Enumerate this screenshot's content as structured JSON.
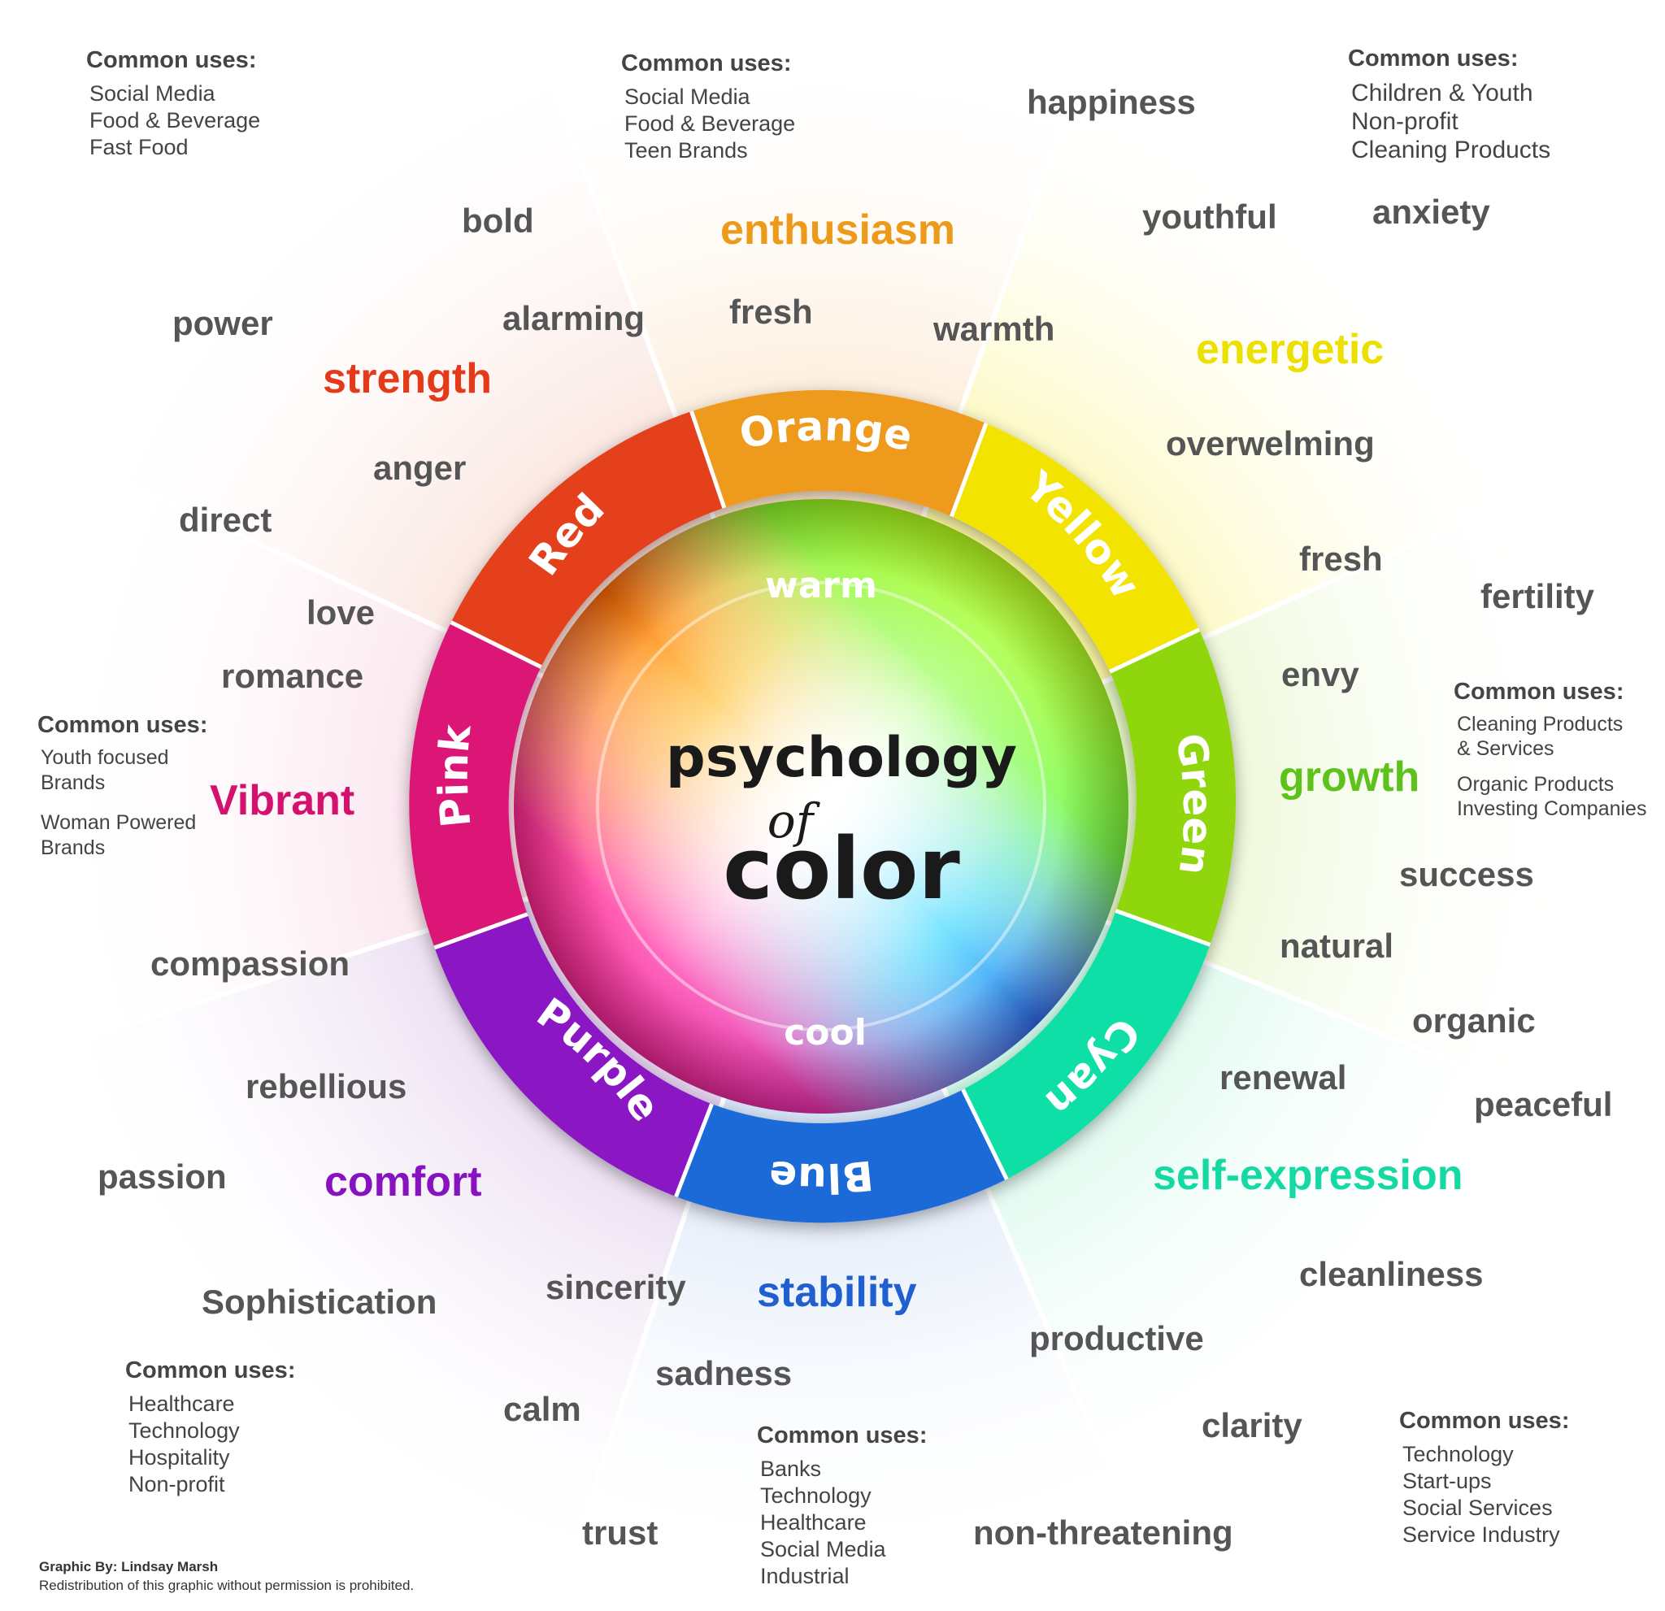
{
  "title": {
    "line1": "psychology",
    "line2": "of",
    "line3": "color"
  },
  "inner": {
    "warm": "warm",
    "cool": "cool"
  },
  "segments": [
    {
      "name": "Orange",
      "color": "#ee9a1c"
    },
    {
      "name": "Yellow",
      "color": "#f2e400"
    },
    {
      "name": "Green",
      "color": "#8fd60f"
    },
    {
      "name": "Cyan",
      "color": "#10dfa6"
    },
    {
      "name": "Blue",
      "color": "#1f6ad8"
    },
    {
      "name": "Purple",
      "color": "#8a12c4"
    },
    {
      "name": "Pink",
      "color": "#db1477"
    },
    {
      "name": "Red",
      "color": "#e4401a"
    }
  ],
  "words": {
    "happiness": "happiness",
    "enthusiasm": "enthusiasm",
    "fresh_orange": "fresh",
    "warmth": "warmth",
    "bold": "bold",
    "alarming": "alarming",
    "power": "power",
    "strength": "strength",
    "anger": "anger",
    "direct": "direct",
    "love": "love",
    "romance": "romance",
    "vibrant": "Vibrant",
    "compassion": "compassion",
    "rebellious": "rebellious",
    "passion": "passion",
    "comfort": "comfort",
    "sophistication": "Sophistication",
    "sincerity": "sincerity",
    "calm": "calm",
    "stability": "stability",
    "sadness": "sadness",
    "trust": "trust",
    "non_threatening": "non-threatening",
    "productive": "productive",
    "clarity": "clarity",
    "cleanliness": "cleanliness",
    "self_expression": "self-expression",
    "renewal": "renewal",
    "peaceful": "peaceful",
    "organic": "organic",
    "natural": "natural",
    "success": "success",
    "growth": "growth",
    "envy": "envy",
    "fertility": "fertility",
    "fresh_yellow": "fresh",
    "overwelming": "overwelming",
    "energetic": "energetic",
    "youthful": "youthful",
    "anxiety": "anxiety"
  },
  "uses": {
    "red": {
      "heading": "Common uses:",
      "items": [
        "Social Media",
        "Food & Beverage",
        "Fast Food"
      ]
    },
    "orange": {
      "heading": "Common uses:",
      "items": [
        "Social Media",
        "Food & Beverage",
        "Teen Brands"
      ]
    },
    "yellow": {
      "heading": "Common uses:",
      "items": [
        "Children & Youth",
        "Non-profit",
        "Cleaning Products"
      ]
    },
    "green": {
      "heading": "Common uses:",
      "items": [
        "Cleaning Products",
        "& Services",
        "Organic Products",
        "Investing Companies"
      ]
    },
    "pink": {
      "heading": "Common uses:",
      "items": [
        "Youth focused",
        "Brands",
        "Woman Powered",
        "Brands"
      ]
    },
    "purple": {
      "heading": "Common uses:",
      "items": [
        "Healthcare",
        "Technology",
        "Hospitality",
        "Non-profit"
      ]
    },
    "blue": {
      "heading": "Common uses:",
      "items": [
        "Banks",
        "Technology",
        "Healthcare",
        "Social Media",
        "Industrial"
      ]
    },
    "cyan": {
      "heading": "Common uses:",
      "items": [
        "Technology",
        "Start-ups",
        "Social Services",
        "Service Industry"
      ]
    }
  },
  "credit": {
    "author": "Graphic By: Lindsay Marsh",
    "notice": "Redistribution of this graphic without permission is prohibited."
  }
}
